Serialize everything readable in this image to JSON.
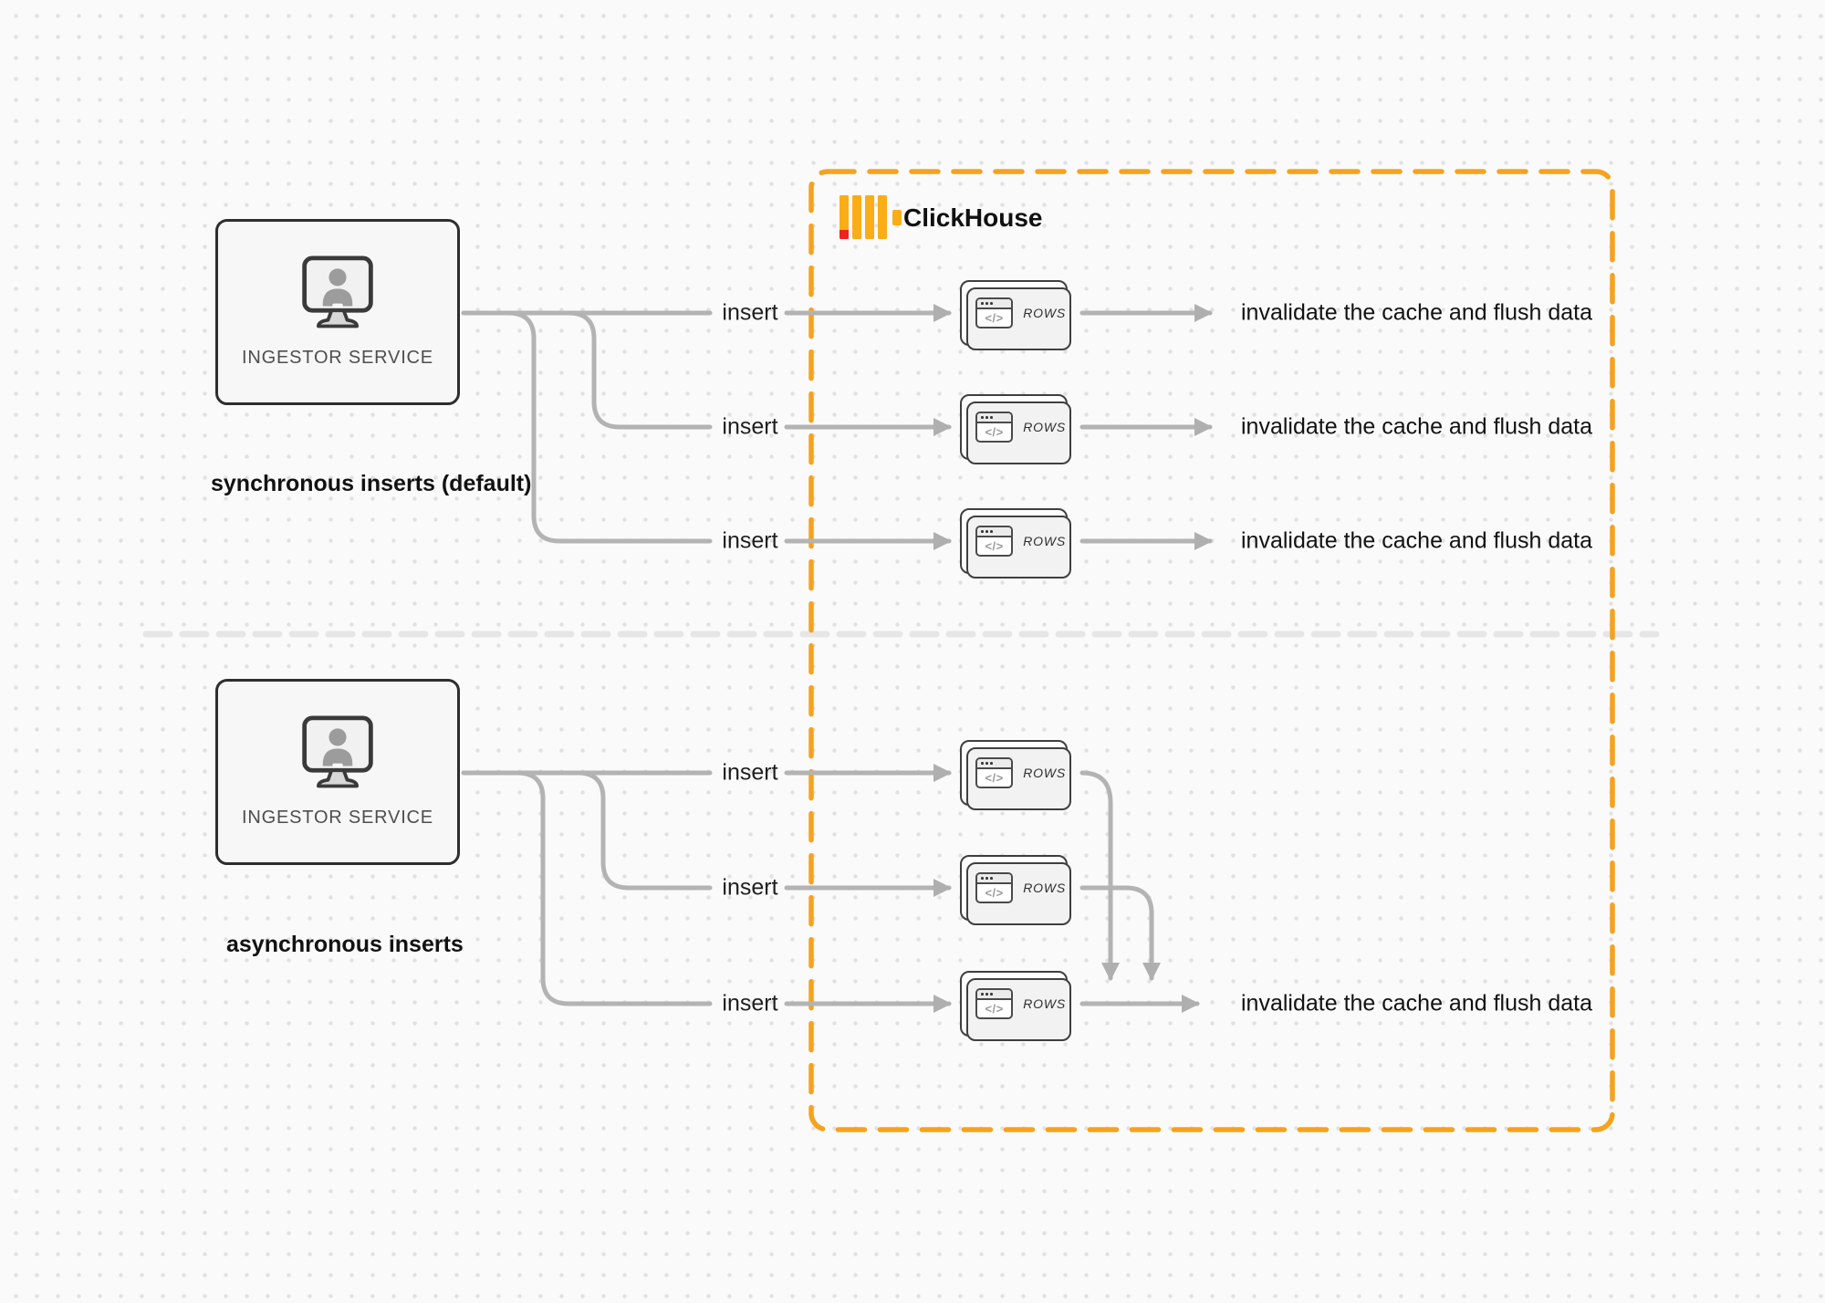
{
  "diagram": {
    "clickhouse": {
      "brand": "ClickHouse",
      "accent_color": "#F6A21E",
      "logo_bar_color": "#FBAD17",
      "logo_accent_red": "#E8251F"
    },
    "connector_color": "#B3B3B3",
    "sync": {
      "service": "INGESTOR SERVICE",
      "caption": "synchronous inserts (default)",
      "rows": [
        {
          "insert": "insert",
          "node": "ROWS",
          "result": "invalidate the cache and flush data"
        },
        {
          "insert": "insert",
          "node": "ROWS",
          "result": "invalidate the cache and flush data"
        },
        {
          "insert": "insert",
          "node": "ROWS",
          "result": "invalidate the cache and flush data"
        }
      ]
    },
    "async": {
      "service": "INGESTOR SERVICE",
      "caption": "asynchronous inserts",
      "rows": [
        {
          "insert": "insert",
          "node": "ROWS"
        },
        {
          "insert": "insert",
          "node": "ROWS"
        },
        {
          "insert": "insert",
          "node": "ROWS"
        }
      ],
      "result": "invalidate the cache and flush data"
    },
    "icons": {
      "code_glyph": "</>"
    }
  }
}
